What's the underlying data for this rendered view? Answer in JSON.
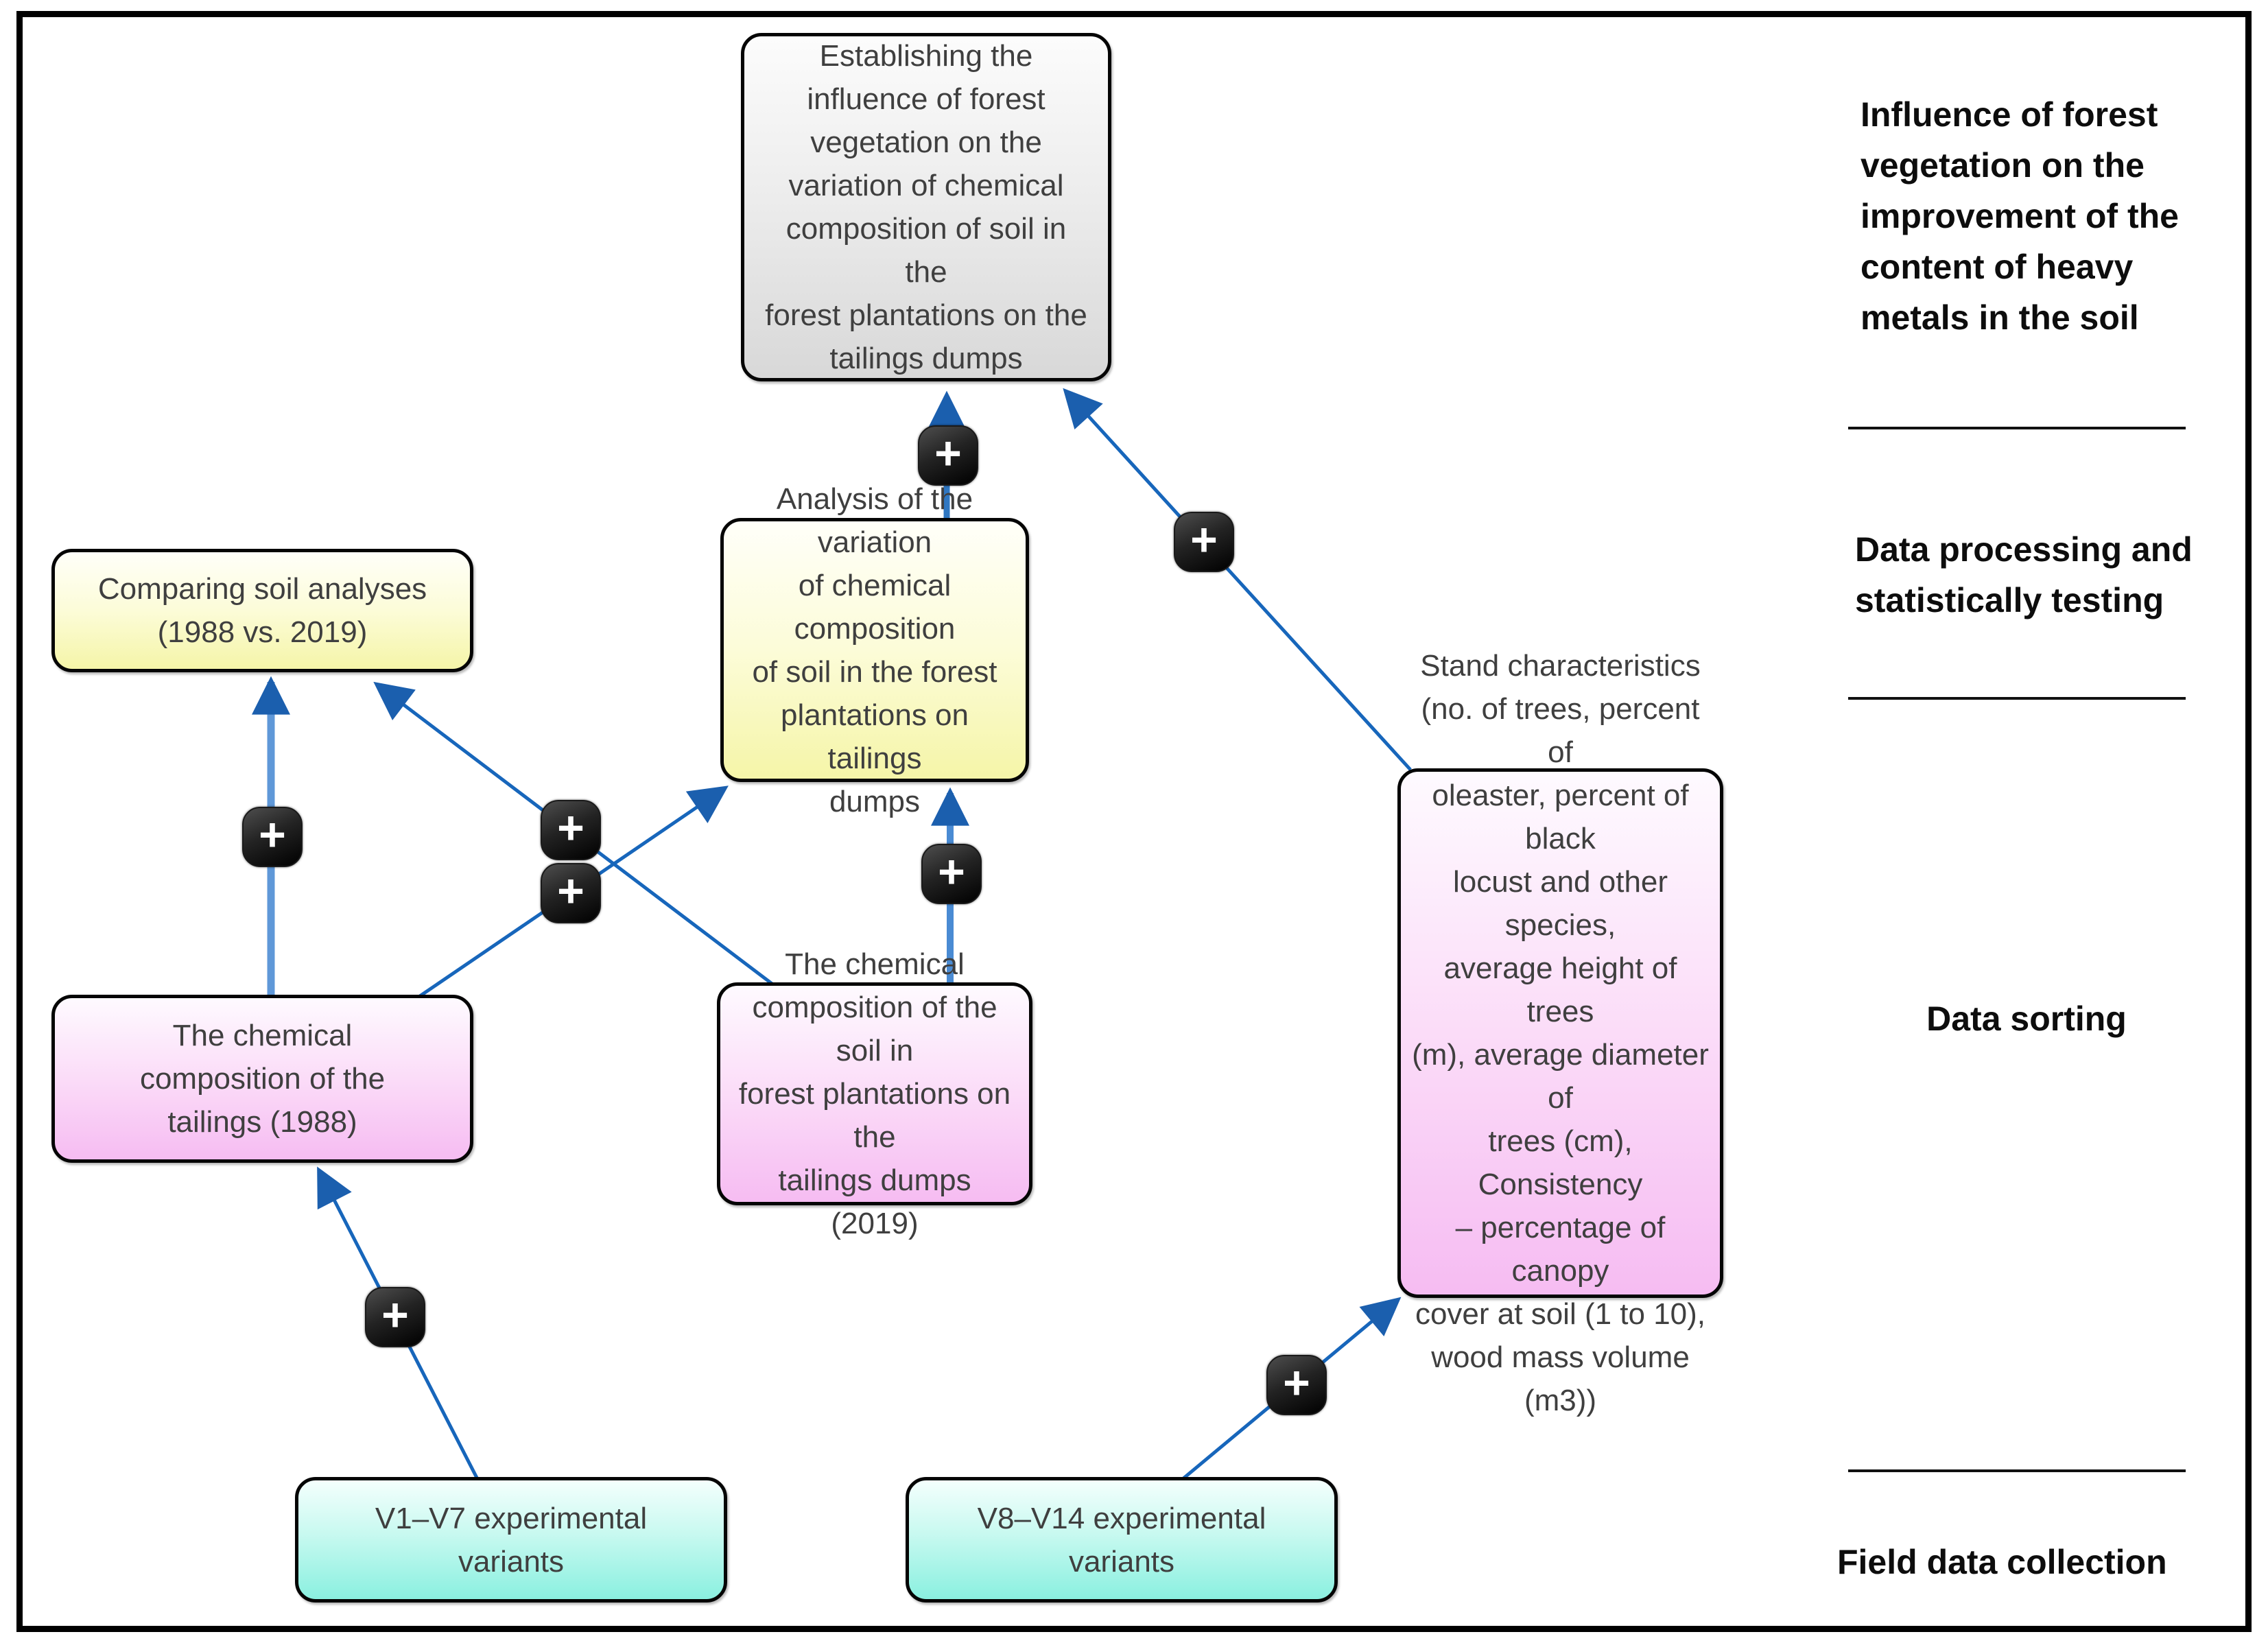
{
  "figure": {
    "boxes": {
      "goal": {
        "text": "Establishing the\ninfluence of forest\nvegetation on the\nvariation of chemical\ncomposition of soil in the\nforest plantations on the\ntailings dumps"
      },
      "comparing": {
        "text": "Comparing soil analyses\n(1988 vs. 2019)"
      },
      "analysis": {
        "text": "Analysis of the variation\nof chemical composition\nof soil in the forest\nplantations on tailings\ndumps"
      },
      "tailings1988": {
        "text": "The chemical\ncomposition of the\ntailings (1988)"
      },
      "soil2019": {
        "text": "The chemical\ncomposition of the soil in\nforest plantations on the\ntailings dumps (2019)"
      },
      "stand": {
        "text": "Stand characteristics\n(no. of trees, percent of\noleaster, percent of black\nlocust and other species,\naverage height of trees\n(m), average diameter of\ntrees (cm), Consistency\n– percentage of canopy\ncover at soil (1 to 10),\nwood mass volume\n(m3))"
      },
      "v1v7": {
        "text": "V1–V7 experimental\nvariants"
      },
      "v8v14": {
        "text": "V8–V14 experimental\nvariants"
      }
    },
    "stages": [
      {
        "label": "Influence of forest\nvegetation on the\nimprovement of the\ncontent of heavy\nmetals in the soil"
      },
      {
        "label": "Data processing and\nstatistically testing"
      },
      {
        "label": "Data sorting"
      },
      {
        "label": "Field data collection"
      }
    ],
    "connectors": {
      "symbol": "+"
    },
    "palette": {
      "arrow_blue": "#1766bb",
      "arrow_light_blue": "#5f98d8",
      "arrowhead": "#1b5fae",
      "node_black": "#1c1c1c",
      "box_gray_bottom": "#d8d8d8",
      "box_yellow_bottom": "#f5f5a8",
      "box_pink_bottom": "#f6bcf2",
      "box_cyan_bottom": "#8af0e0",
      "border_black": "#000000"
    }
  }
}
